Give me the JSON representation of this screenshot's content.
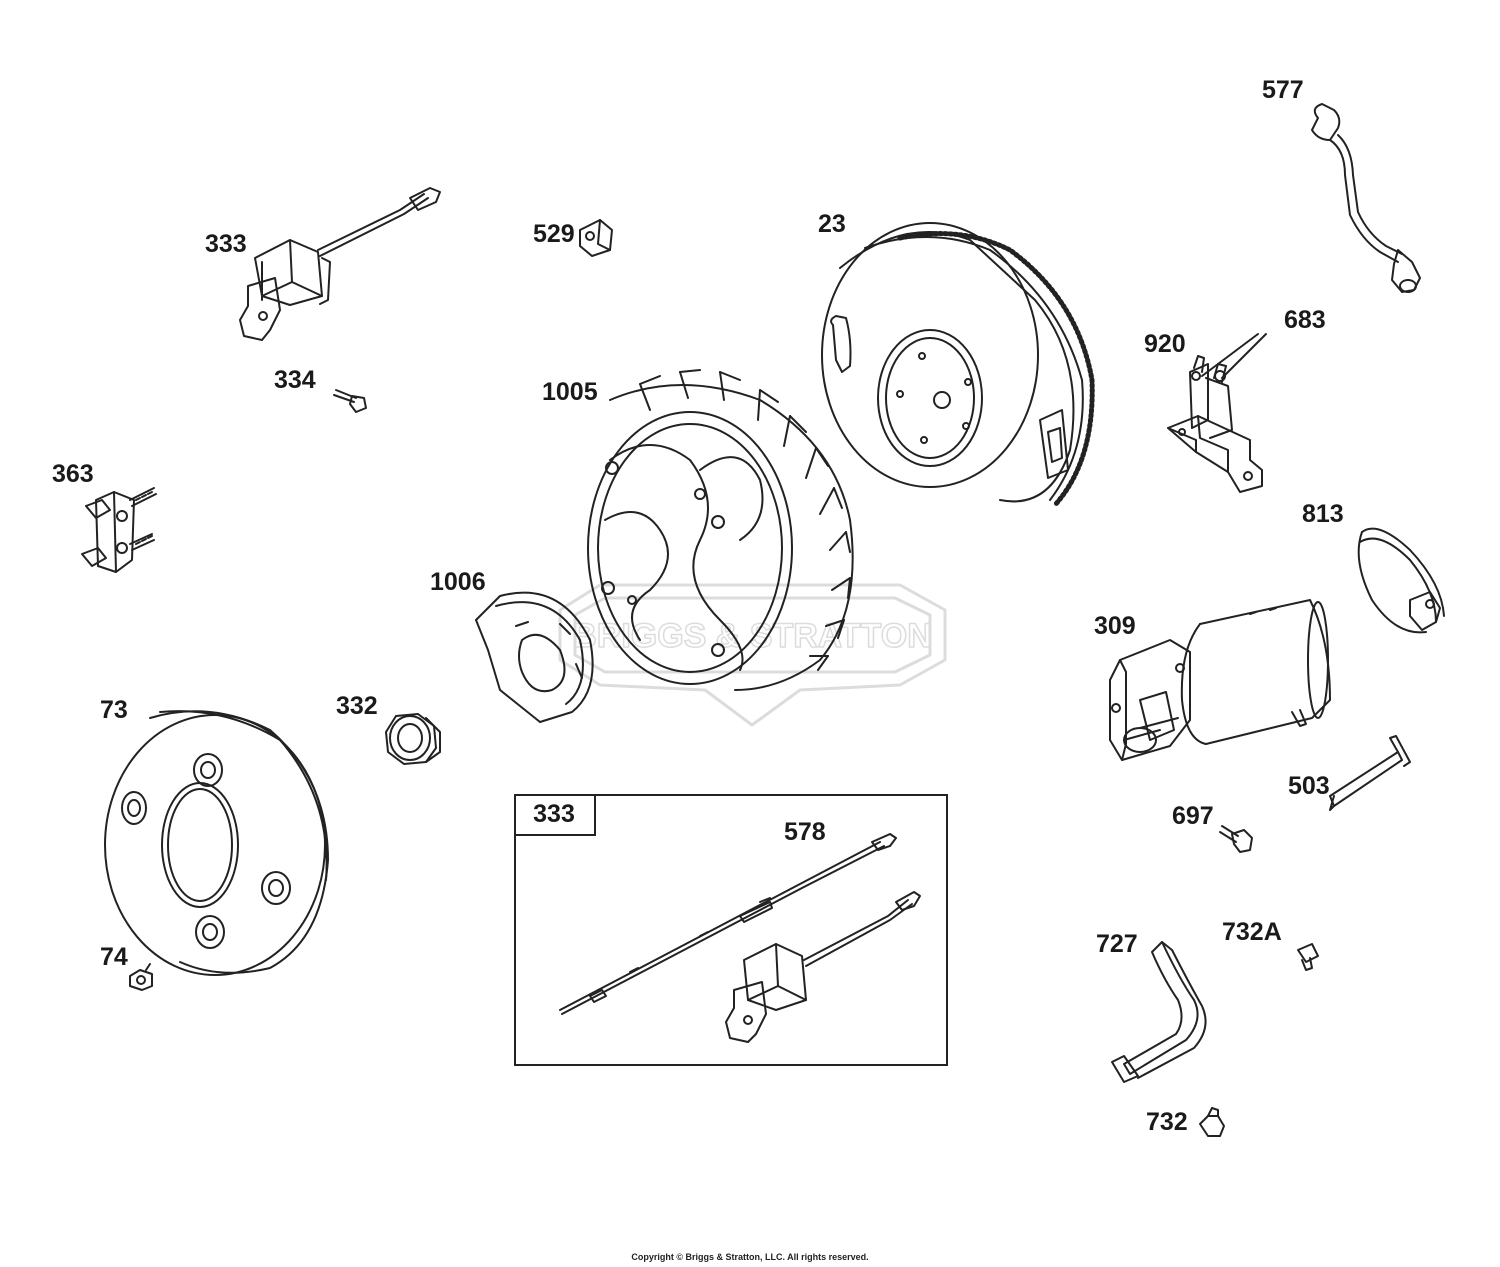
{
  "callouts": {
    "l577": "577",
    "l333": "333",
    "l529": "529",
    "l23": "23",
    "l683": "683",
    "l920": "920",
    "l334": "334",
    "l1005": "1005",
    "l363": "363",
    "l813": "813",
    "l1006": "1006",
    "l309": "309",
    "l73": "73",
    "l332": "332",
    "l503": "503",
    "l333b": "333",
    "l578": "578",
    "l697": "697",
    "l727": "727",
    "l732a": "732A",
    "l74": "74",
    "l732": "732"
  },
  "watermark": "BRIGGS & STRATTON",
  "copyright": "Copyright © Briggs & Stratton, LLC. All rights reserved.",
  "colors": {
    "line": "#222222",
    "watermark": "#d9d9d9"
  }
}
